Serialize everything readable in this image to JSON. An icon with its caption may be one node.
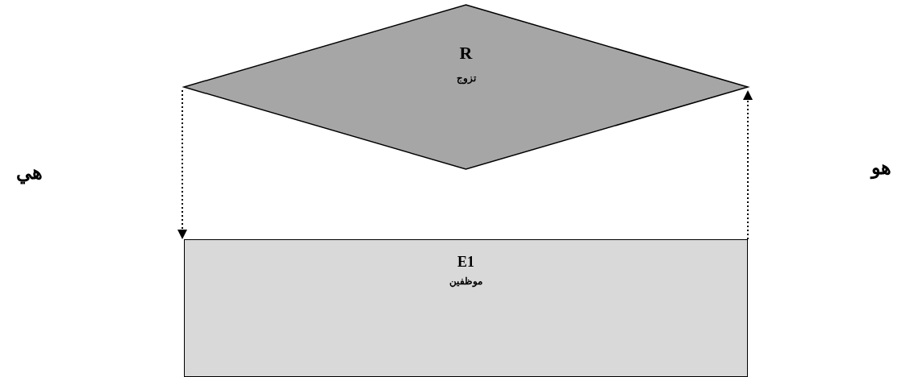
{
  "diagram": {
    "nodes": [
      {
        "text": [
          "R",
          "تزوج"
        ]
      },
      {
        "text": [
          "E1",
          "موظفين"
        ]
      }
    ],
    "edges": [
      {
        "from": 0,
        "to": 1,
        "arrow": "to",
        "style": "dashed"
      },
      {
        "from": 1,
        "to": 0,
        "arrow": "to",
        "style": "dashed"
      }
    ],
    "labels": [
      "هي",
      "هو"
    ]
  }
}
